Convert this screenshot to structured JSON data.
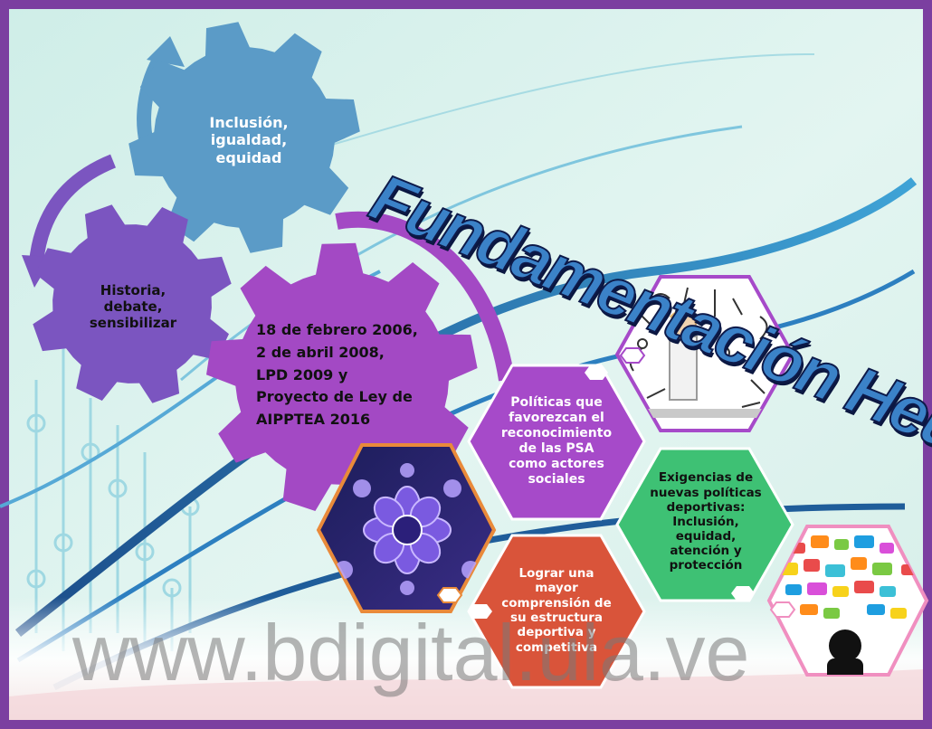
{
  "title": "Fundamentación Heurística",
  "watermark": "www.bdigital.ula.ve",
  "gears": {
    "top": {
      "lines": [
        "Inclusión,",
        "igualdad,",
        "equidad"
      ]
    },
    "left": {
      "lines": [
        "Historia,",
        "debate,",
        "sensibilizar"
      ]
    },
    "center": {
      "lines": [
        "18 de febrero 2006,",
        "2 de abril 2008,",
        "LPD 2009 y",
        "Proyecto de Ley de",
        "AIPPTEA 2016"
      ]
    }
  },
  "hexagons": {
    "purple": {
      "lines": [
        "Políticas que",
        "favorezcan el",
        "reconocimiento",
        "de las PSA",
        "como actores",
        "sociales"
      ]
    },
    "green": {
      "lines": [
        "Exigencias de",
        "nuevas políticas",
        "deportivas:",
        "Inclusión,",
        "equidad,",
        "atención y",
        "protección"
      ]
    },
    "orange": {
      "lines": [
        "Lograr una",
        "mayor",
        "comprensión de",
        "su estructura",
        "deportiva y",
        "competitiva"
      ]
    }
  },
  "colors": {
    "border": "#7b3fa0",
    "gear_top": "#5b9bc7",
    "gear_left": "#7b55c0",
    "gear_center": "#a349c4",
    "hex_purple": "#a64ac9",
    "hex_green": "#3ec174",
    "hex_orange": "#d9543a",
    "title": "#3b82c8"
  },
  "icons": [
    "heuristica-diagram-image",
    "thinking-woman-image",
    "speech-bubbles-image",
    "circular-arrow-icon"
  ]
}
